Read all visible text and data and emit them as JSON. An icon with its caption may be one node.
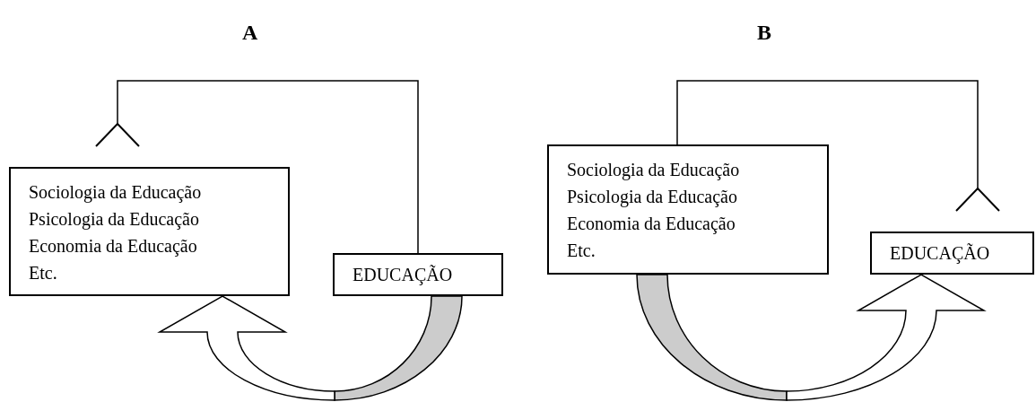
{
  "diagram": {
    "nodes": [
      {
        "text": [
          "Sociologia da Educação",
          "Psicologia da Educação",
          "Economia da Educação",
          "Etc."
        ]
      },
      {
        "text": [
          "EDUCAÇÃO"
        ]
      },
      {
        "text": [
          "Sociologia da Educação",
          "Psicologia da Educação",
          "Economia da Educação",
          "Etc."
        ]
      },
      {
        "text": [
          "EDUCAÇÃO"
        ]
      }
    ],
    "edges": [
      {
        "from": 1,
        "to": 0,
        "arrow": "other"
      },
      {
        "from": 1,
        "to": 0,
        "arrow": "to",
        "style": "thick"
      },
      {
        "from": 2,
        "to": 3,
        "arrow": "other"
      },
      {
        "from": 2,
        "to": 3,
        "arrow": "to",
        "style": "thick"
      }
    ],
    "labels": [
      "A",
      "B"
    ]
  }
}
